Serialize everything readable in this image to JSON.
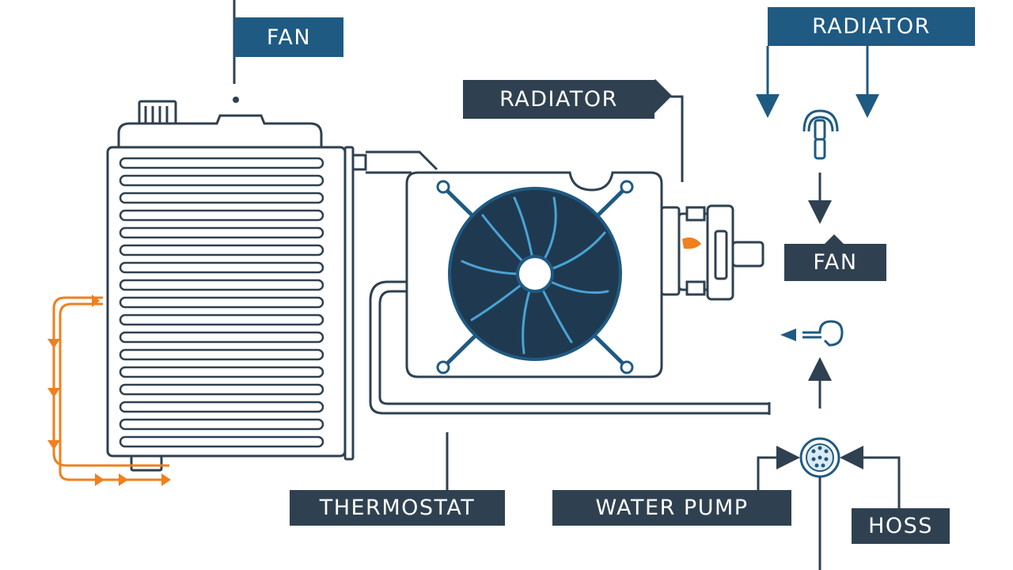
{
  "colors": {
    "outline": "#2f4150",
    "accent_blue": "#1f5a82",
    "fan_fill": "#1f3a50",
    "coolant_flow": "#f07f1e",
    "label_text": "#ffffff"
  },
  "labels": {
    "fan_top": "FAN",
    "radiator_top": "RADIATOR",
    "radiator_mid": "RADIATOR",
    "fan_right": "FAN",
    "thermostat": "THERMOSTAT",
    "water_pump": "WATER PUMP",
    "hoss": "HOSS"
  },
  "icons": [
    "fan-icon",
    "clip-icon",
    "hose-hook-icon",
    "water-pump-icon",
    "arrow-down-icon",
    "arrow-up-icon",
    "arrow-right-icon",
    "arrow-left-icon"
  ]
}
